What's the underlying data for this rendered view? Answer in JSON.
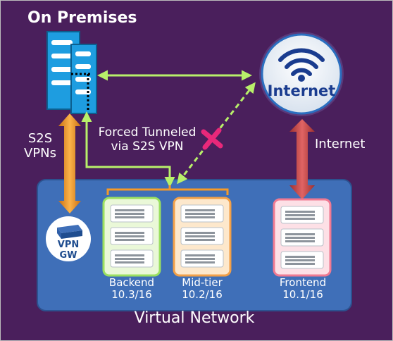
{
  "title": "On Premises",
  "internet_label": "Internet",
  "forced_tunnel_label": [
    "Forced Tunneled",
    "via S2S VPN"
  ],
  "s2s_label": [
    "S2S",
    "VPNs"
  ],
  "internet_link_label": "Internet",
  "vpn_gw_label": [
    "VPN",
    "GW"
  ],
  "subnets": [
    {
      "name": "Backend",
      "range": "10.3/16",
      "color": "#9be060"
    },
    {
      "name": "Mid-tier",
      "range": "10.2/16",
      "color": "#f2a048"
    },
    {
      "name": "Frontend",
      "range": "10.1/16",
      "color": "#f07a92"
    }
  ],
  "vnet_label": "Virtual Network",
  "colors": {
    "background": "#4a1f5c",
    "vnet": "#3f6fb8",
    "green_link": "#b8f06a",
    "orange_link": "#f59a28",
    "red_link": "#c94a4a",
    "cross": "#e8287a",
    "server": "#1e9de0"
  }
}
